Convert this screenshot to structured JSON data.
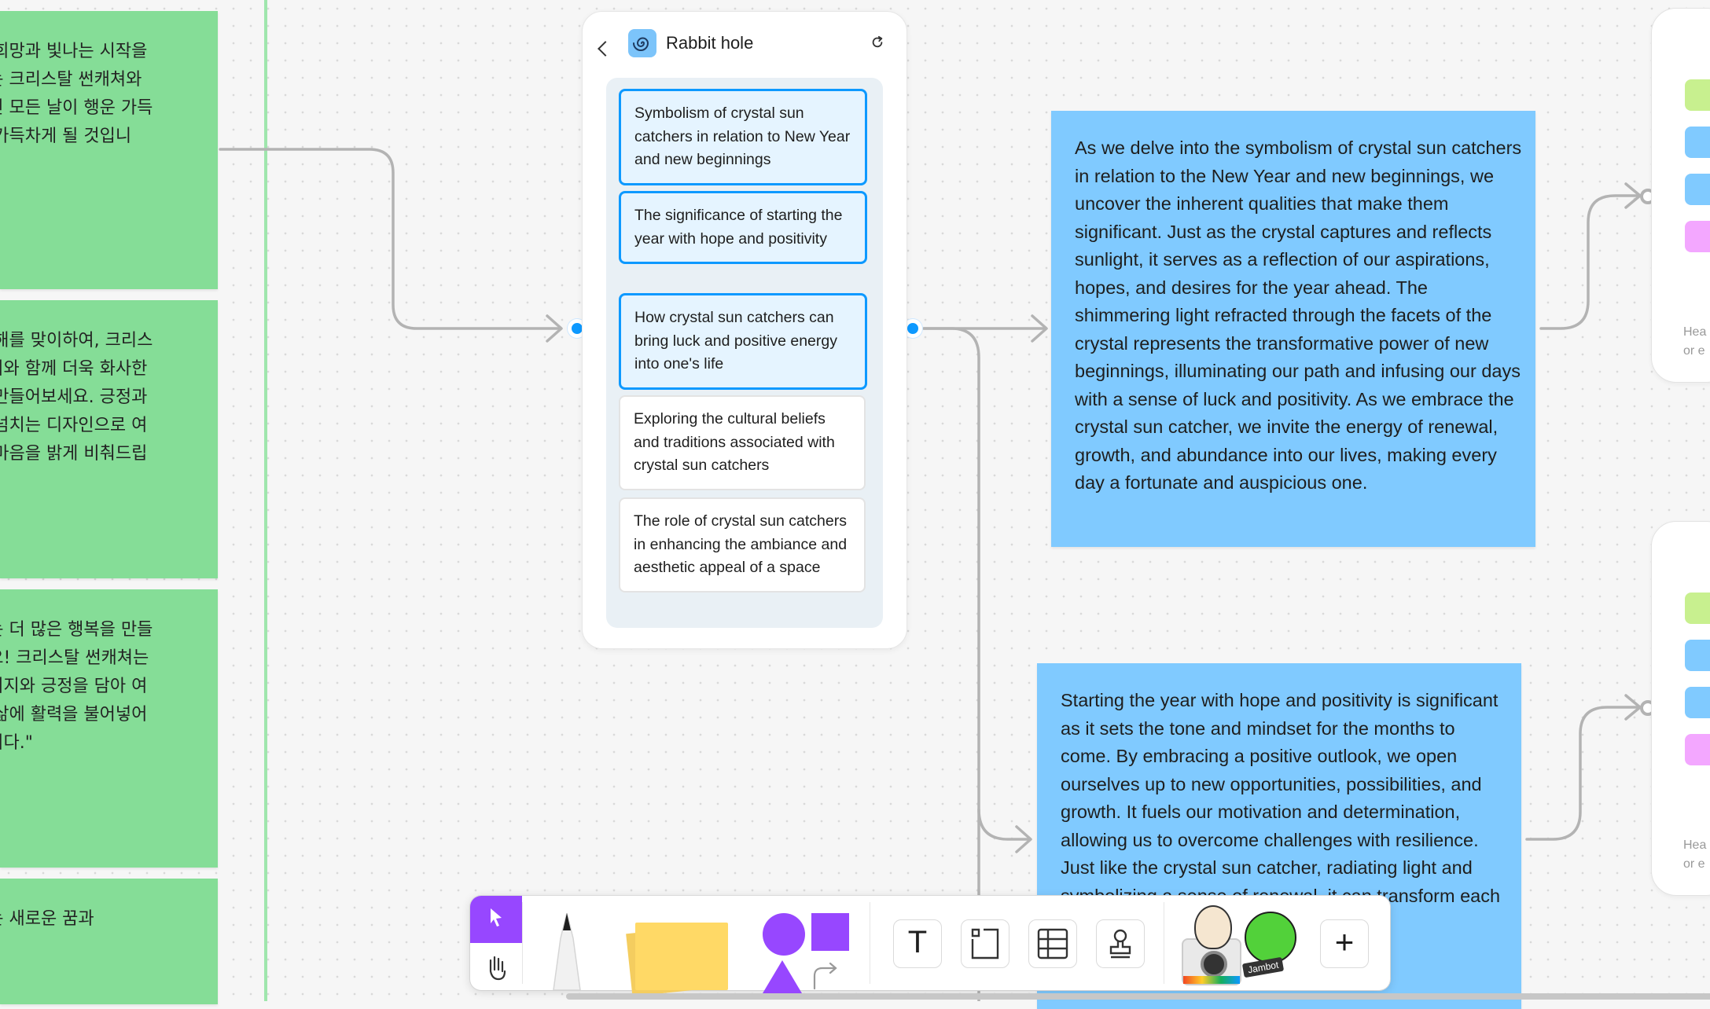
{
  "canvas": {
    "sticky_notes": [
      {
        "text": "의 희망과 빛나는 시작을\n하는 크리스탈 썬캐쳐와\n하면 모든 날이 행운 가득\n로 가득차게 될 것입니"
      },
      {
        "text": "운 해를 맞이하여, 크리스\n캐쳐와 함께 더욱 화사한\n을 만들어보세요. 긍정과\n이 넘치는 디자인으로 여\n의 마음을 밝게 비춰드립\n\""
      },
      {
        "text": "에는 더 많은 행복을 만들\n세요! 크리스탈 썬캐쳐는\n에너지와 긍정을 담아 여\n의 삶에 활력을 불어넣어\n입니다.\""
      },
      {
        "text": "에는 새로운 꿈과"
      }
    ]
  },
  "rabbit_hole": {
    "title": "Rabbit hole",
    "back_icon": "chevron-left-icon",
    "refresh_icon": "refresh-icon",
    "topics": [
      {
        "label": "Symbolism of crystal sun catchers in relation to New Year and new beginnings",
        "selected": true
      },
      {
        "label": "The significance of starting the year with hope and positivity",
        "selected": true
      },
      {
        "label": "How crystal sun catchers can bring luck and positive energy into one's life",
        "selected": true
      },
      {
        "label": "Exploring the cultural beliefs and traditions associated with crystal sun catchers",
        "selected": false
      },
      {
        "label": "The role of crystal sun catchers in enhancing the ambiance and aesthetic appeal of a space",
        "selected": false
      }
    ]
  },
  "blue_notes": [
    {
      "text": "As we delve into the symbolism of crystal sun catchers in relation to the New Year and new beginnings, we uncover the inherent qualities that make them significant. Just as the crystal captures and reflects sunlight, it serves as a reflection of our aspirations, hopes, and desires for the year ahead. The shimmering light refracted through the facets of the crystal represents the transformative power of new beginnings, illuminating our path and infusing our days with a sense of luck and positivity. As we embrace the crystal sun catcher, we invite the energy of renewal, growth, and abundance into our lives, making every day a fortunate and auspicious one."
    },
    {
      "text": "Starting the year with hope and positivity is significant as it sets the tone and mindset for the months to come. By embracing a positive outlook, we open ourselves up to new opportunities, possibilities, and growth. It fuels our motivation and determination, allowing us to overcome challenges with resilience. Just like the crystal sun catcher, radiating light and symbolizing a sense of renewal, it can transform each day into a"
    }
  ],
  "right_cards": [
    {
      "footer": "Hea\nor e"
    },
    {
      "footer": "Hea\nor e"
    }
  ],
  "toolbar": {
    "tools": [
      "select-tool",
      "hand-tool",
      "pen-tool",
      "sticky-note-tool",
      "shapes-tool",
      "text-tool",
      "section-tool",
      "table-tool",
      "stamp-tool",
      "widgets-tool",
      "more-tool"
    ],
    "widget_label": "Jambot",
    "more_label": "+",
    "text_tool_label": "T"
  },
  "colors": {
    "sticky_green": "#85dd97",
    "note_blue": "#80caff",
    "accent": "#0d99ff",
    "tool_purple": "#9747ff"
  }
}
